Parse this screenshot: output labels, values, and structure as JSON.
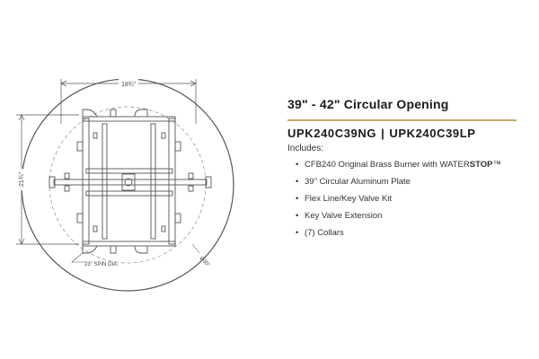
{
  "drawing": {
    "width_label": "18¾\"",
    "height_label": "21¾\"",
    "spin_label": "23\" SPIN DIA.",
    "diameter_label": "Ø30\""
  },
  "spec": {
    "title": "39\" - 42\" Circular Opening",
    "model_ng": "UPK240C39NG",
    "separator": "|",
    "model_lp": "UPK240C39LP",
    "includes_label": "Includes:",
    "items": [
      {
        "text": "CFB240 Original Brass Burner with WATER",
        "bold": "STOP",
        "suffix": "™"
      },
      {
        "text": "39\" Circular Aluminum Plate"
      },
      {
        "text": "Flex Line/Key Valve Kit"
      },
      {
        "text": "Key Valve Extension"
      },
      {
        "text": "(7) Collars"
      }
    ],
    "accent_color": "#c7a96b"
  }
}
